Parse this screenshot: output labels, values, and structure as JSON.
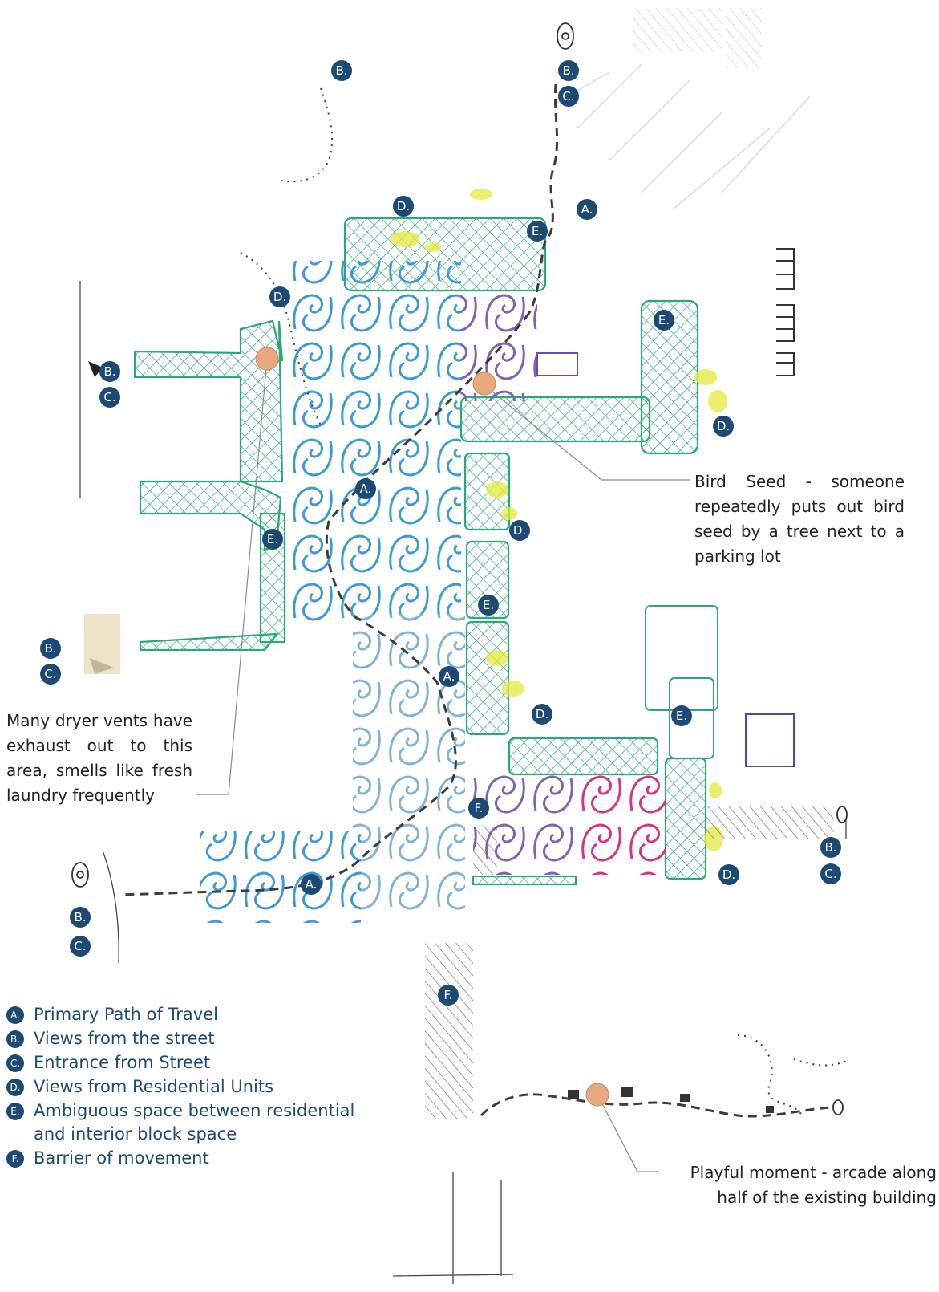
{
  "markers": [
    {
      "label": "A.",
      "slot": "a1"
    },
    {
      "label": "A.",
      "slot": "a2"
    },
    {
      "label": "A.",
      "slot": "a3"
    },
    {
      "label": "A.",
      "slot": "a4"
    },
    {
      "label": "B.",
      "slot": "b1"
    },
    {
      "label": "B.",
      "slot": "b2"
    },
    {
      "label": "C.",
      "slot": "c2"
    },
    {
      "label": "B.",
      "slot": "b3"
    },
    {
      "label": "C.",
      "slot": "c3"
    },
    {
      "label": "B.",
      "slot": "b4"
    },
    {
      "label": "C.",
      "slot": "c4"
    },
    {
      "label": "B.",
      "slot": "b5"
    },
    {
      "label": "C.",
      "slot": "c5"
    },
    {
      "label": "B.",
      "slot": "b6"
    },
    {
      "label": "C.",
      "slot": "c6"
    },
    {
      "label": "D.",
      "slot": "d1"
    },
    {
      "label": "D.",
      "slot": "d2"
    },
    {
      "label": "D.",
      "slot": "d3"
    },
    {
      "label": "D.",
      "slot": "d4"
    },
    {
      "label": "D.",
      "slot": "d5"
    },
    {
      "label": "D.",
      "slot": "d6"
    },
    {
      "label": "E.",
      "slot": "e1"
    },
    {
      "label": "E.",
      "slot": "e2"
    },
    {
      "label": "E.",
      "slot": "e3"
    },
    {
      "label": "E.",
      "slot": "e4"
    },
    {
      "label": "E.",
      "slot": "e5"
    },
    {
      "label": "F.",
      "slot": "f1"
    },
    {
      "label": "F.",
      "slot": "f2"
    }
  ],
  "annotations": {
    "bird_seed": "Bird Seed - someone repeatedly puts out bird seed by a tree next to a parking lot",
    "dryer_vents": "Many dryer vents have exhaust out to this area, smells like fresh laundry frequently",
    "playful_moment_line1": "Playful moment - arcade along",
    "playful_moment_line2": "half of the existing building"
  },
  "legend": [
    {
      "key": "A",
      "text": "Primary Path of Travel"
    },
    {
      "key": "B",
      "text": "Views from the street"
    },
    {
      "key": "C",
      "text": "Entrance from Street"
    },
    {
      "key": "D",
      "text": "Views from Residential Units"
    },
    {
      "key": "E",
      "text": "Ambiguous space between residential and interior block space"
    },
    {
      "key": "F",
      "text": "Barrier of movement"
    }
  ],
  "colors": {
    "marker_fill": "#1d4a75",
    "interest_point": "#e8a97f",
    "ambiguous_space": "#2aa878",
    "path_primary": "#3c3c3c",
    "blue_pattern": "#3d9ad8",
    "purple_pattern": "#7f63b4",
    "magenta_pattern": "#d3338a",
    "view_highlight": "#e6ea3c"
  }
}
